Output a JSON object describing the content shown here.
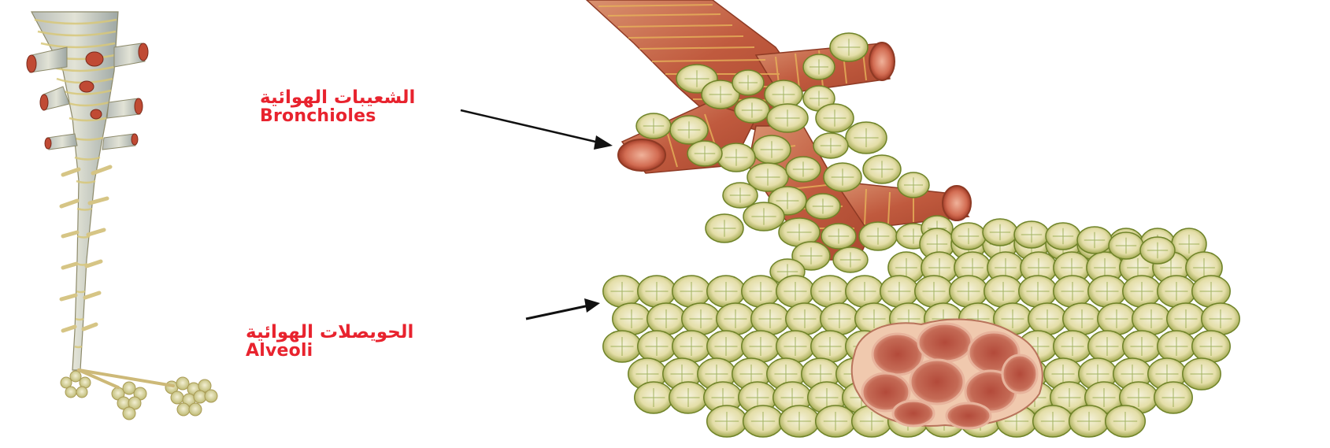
{
  "labels": {
    "bronchioles": {
      "arabic": "الشعيبات الهوائية",
      "english": "Bronchioles"
    },
    "alveoli": {
      "arabic": "الحويصلات الهوائية",
      "english": "Alveoli"
    }
  },
  "colors": {
    "label_text": "#e8232e",
    "arrow": "#111111",
    "tissue_red": "#c8583f",
    "alveolus_fill": "#e9e4b8",
    "alveolus_rim": "#7d8f2c",
    "background": "#ffffff"
  }
}
